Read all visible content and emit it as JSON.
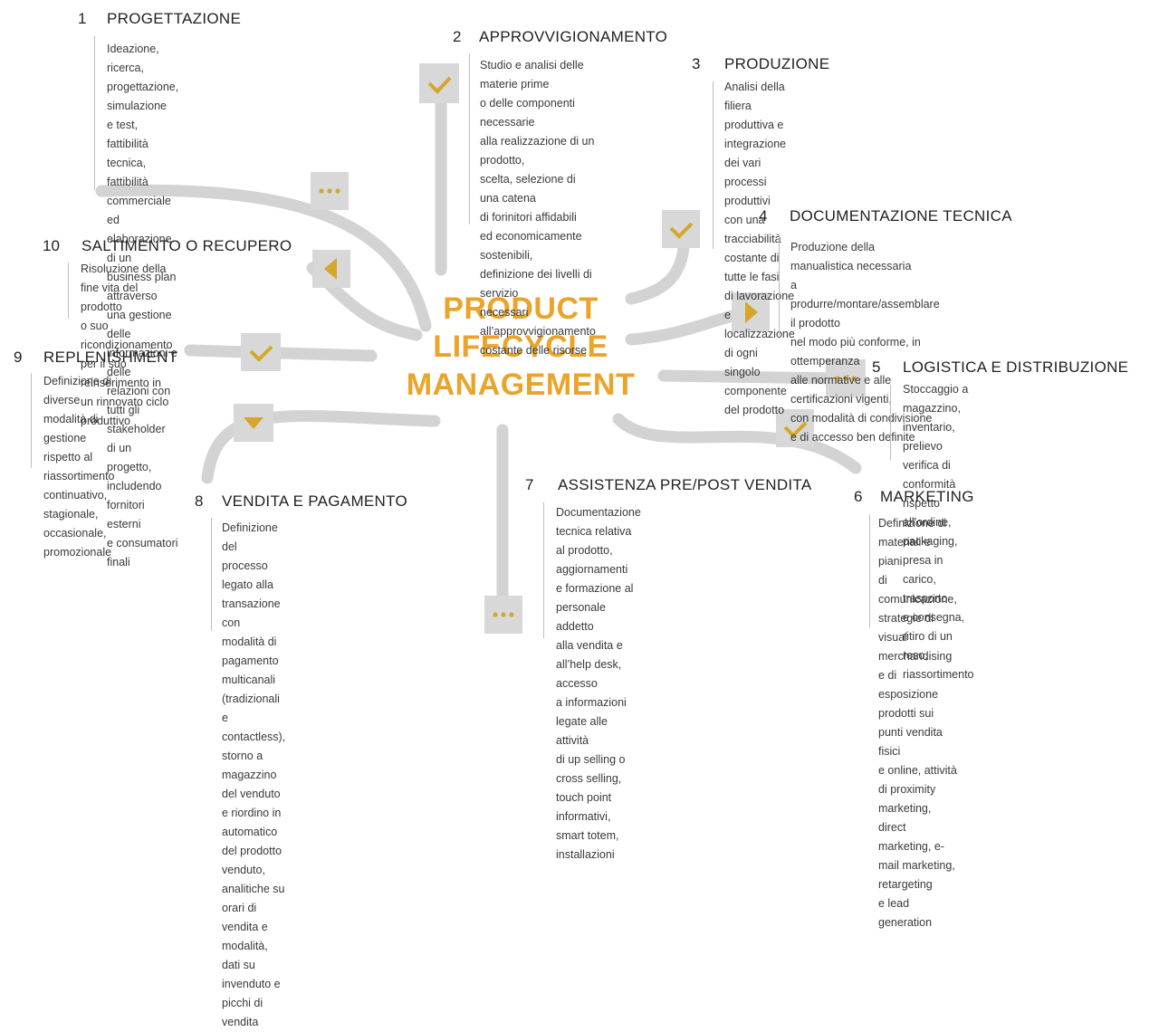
{
  "center_title": "PRODUCT\nLIFECYCLE\nMANAGEMENT",
  "colors": {
    "accent": "#eba42a",
    "gold_icon": "#d4a72c",
    "line_gray": "#d3d3d3",
    "box_gray": "#d8d8d8"
  },
  "stages": [
    {
      "num": "1",
      "title": "PROGETTAZIONE",
      "description": "Ideazione, ricerca, progettazione, simulazione\ne test, fattibilità tecnica, fattibilità commerciale\ned elaborazione di un business plan attraverso\nuna gestione delle informazioni e delle\nrelazioni con tutti gli stakeholder\ndi un progetto, includendo fornitori esterni\ne consumatori finali"
    },
    {
      "num": "2",
      "title": "APPROVVIGIONAMENTO",
      "description": "Studio e analisi delle materie prime\no delle componenti necessarie\nalla realizzazione di un prodotto,\nscelta, selezione di una catena\ndi forinitori affidabili\ned economicamente sostenibili,\ndefinizione dei livelli di servizio\nnecessari all’approvvigionamento\ncostante delle risorse"
    },
    {
      "num": "3",
      "title": "PRODUZIONE",
      "description": "Analisi della filiera produttiva e integrazione\ndei vari processi produttivi\ncon una tracciabilità costante di tutte le fasi\ndi lavorazione e localizzazione\ndi ogni singolo componente del prodotto"
    },
    {
      "num": "4",
      "title": "DOCUMENTAZIONE TECNICA",
      "description": "Produzione della manualistica necessaria\na produrre/montare/assemblare il prodotto\nnel modo più conforme, in ottemperanza\nalle normative e alle certificazioni vigenti,\ncon modalità di condivisione e di accesso ben definite"
    },
    {
      "num": "5",
      "title": "LOGISTICA E DISTRIBUZIONE",
      "description": "Stoccaggio a magazzino, inventario, prelievo\nverifica di conformità rispetto all’ordine,\npackaging, presa in carico, trasporto\ne consegna, ritiro di un reso, riassortimento"
    },
    {
      "num": "6",
      "title": "MARKETING",
      "description": "Definizione di materiali e piani\ndi comunicazione, strategie di visual merchandising\ne di esposizione prodotti sui punti vendita fisici\ne online, attività di proximity marketing,\ndirect marketing, e-mail marketing, retargeting\ne lead generation"
    },
    {
      "num": "7",
      "title": "ASSISTENZA PRE/POST VENDITA",
      "description": "Documentazione tecnica relativa\nal prodotto, aggiornamenti\ne formazione al personale addetto\nalla vendita e all’help desk, accesso\na informazioni legate alle attività\ndi up selling o cross selling, touch point\ninformativi, smart totem, installazioni"
    },
    {
      "num": "8",
      "title": "VENDITA E PAGAMENTO",
      "description": "Definizione del processo legato alla transazione\ncon modalità di pagamento multicanali\n(tradizionali e contactless), storno a magazzino\ndel venduto e riordino in automatico del prodotto\nvenduto, analitiche su orari di vendita e\nmodalità, dati su invenduto e picchi di vendita"
    },
    {
      "num": "9",
      "title": "REPLENISHMENT",
      "description": "Definizione di diverse\nmodalità di gestione\nrispetto al riassortimento\ncontinuativo, stagionale,\noccasionale, promozionale"
    },
    {
      "num": "10",
      "title": "SALTIMENTO O RECUPERO",
      "description": "Risoluzione della fine vita del prodotto\no suo ricondizionamento per il suo\nreinserimento in un rinnovato ciclo produttivo"
    }
  ],
  "connectors": [
    {
      "stage": "1",
      "icon": "dots-icon"
    },
    {
      "stage": "2",
      "icon": "check-icon"
    },
    {
      "stage": "3",
      "icon": "check-icon"
    },
    {
      "stage": "4",
      "icon": "arrow-right-icon"
    },
    {
      "stage": "5",
      "icon": "dots-icon"
    },
    {
      "stage": "6",
      "icon": "check-icon"
    },
    {
      "stage": "7",
      "icon": "dots-icon"
    },
    {
      "stage": "8",
      "icon": "arrow-down-icon"
    },
    {
      "stage": "9",
      "icon": "check-icon"
    },
    {
      "stage": "10",
      "icon": "arrow-left-icon"
    }
  ]
}
